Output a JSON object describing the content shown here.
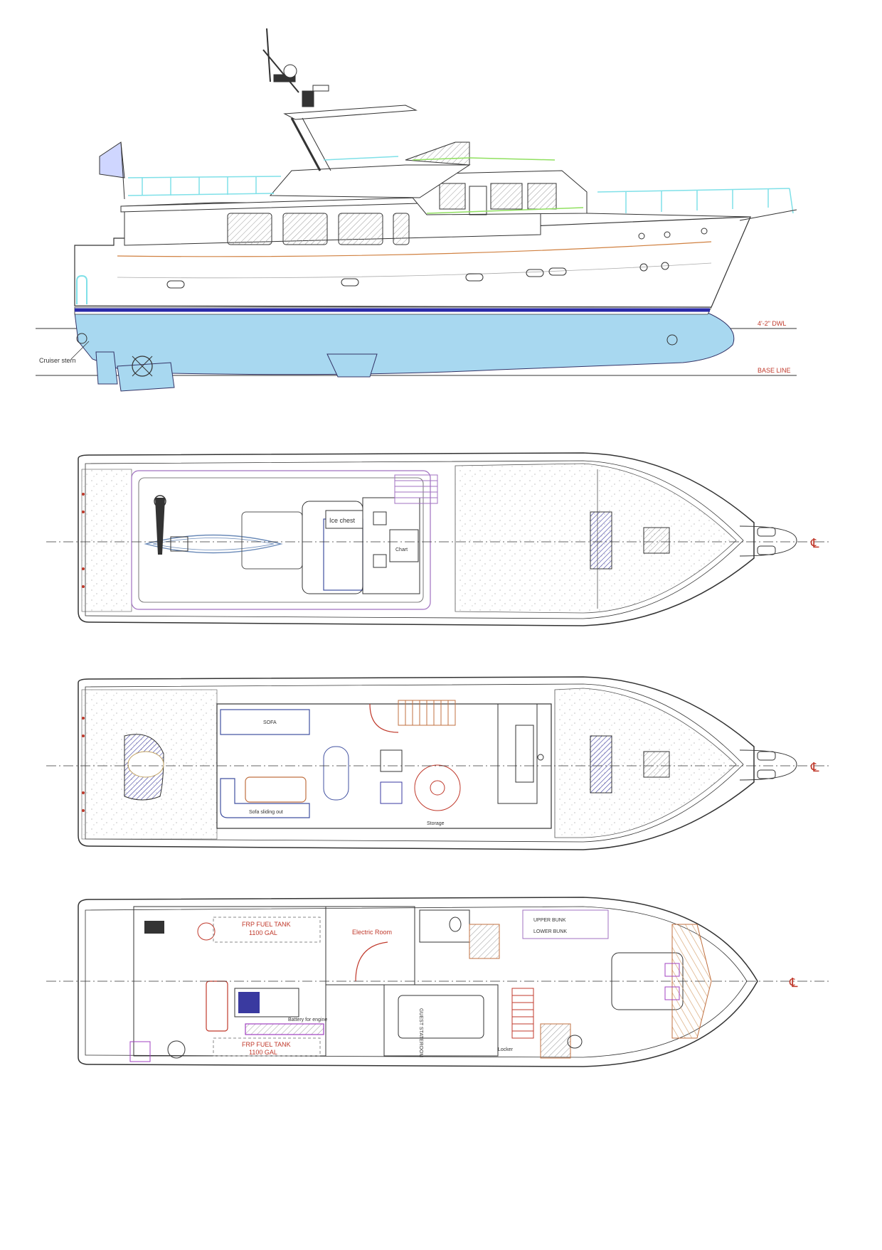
{
  "profile": {
    "dwl_label": "4'-2\" DWL",
    "base_line_label": "BASE LINE",
    "cruiser_stern_label": "Cruiser stern"
  },
  "flybridge": {
    "ice_chest_label": "Ice chest",
    "chart_label": "Chart",
    "centerline_symbol": "℄"
  },
  "main_deck": {
    "sofa_label": "SOFA",
    "sofa_sliding_out_label": "Sofa sliding out",
    "storage_label": "Storage",
    "centerline_symbol": "℄"
  },
  "lower_deck": {
    "fuel_tank_top_label": "FRP FUEL TANK",
    "fuel_tank_top_capacity": "1100 GAL",
    "fuel_tank_bottom_label": "FRP FUEL TANK",
    "fuel_tank_bottom_capacity": "1100 GAL",
    "electric_room_label": "Electric Room",
    "battery_label": "Battery for engine",
    "upper_bunk_label": "UPPER BUNK",
    "lower_bunk_label": "LOWER BUNK",
    "locker_label": "Locker",
    "guest_stateroom_label": "GUEST STATEROOM",
    "centerline_symbol": "℄"
  },
  "colors": {
    "hull_bottom": "#a8d8f0",
    "boot_stripe": "#2a2aa8",
    "rail": "#7fe0e8",
    "window_hatch": "#9a9a9a",
    "dimension_red": "#c0392b",
    "trim_orange": "#d08040"
  }
}
